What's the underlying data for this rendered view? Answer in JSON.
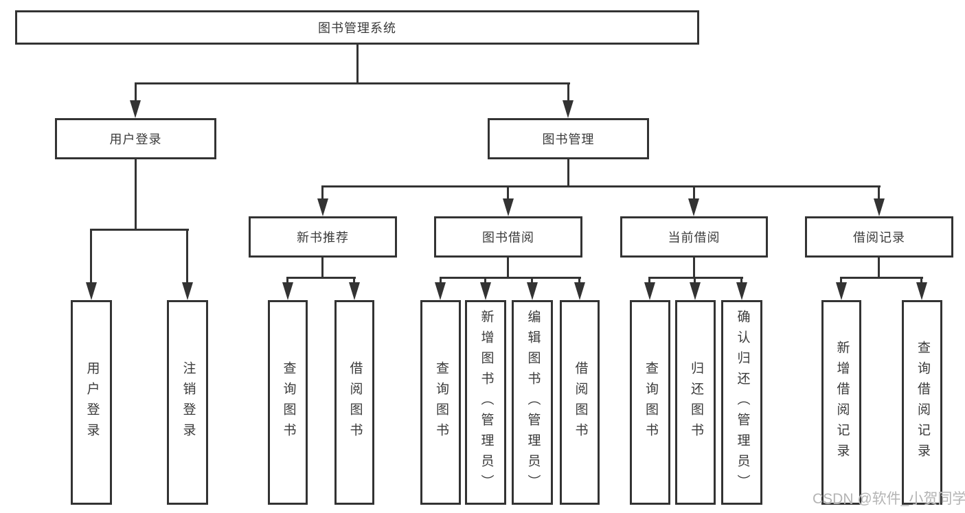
{
  "diagram_title": "图书管理系统",
  "tree": {
    "label": "图书管理系统",
    "children": [
      {
        "label": "用户登录",
        "children": [
          {
            "label": "用户登录"
          },
          {
            "label": "注销登录"
          }
        ]
      },
      {
        "label": "图书管理",
        "children": [
          {
            "label": "新书推荐",
            "children": [
              {
                "label": "查询图书"
              },
              {
                "label": "借阅图书"
              }
            ]
          },
          {
            "label": "图书借阅",
            "children": [
              {
                "label": "查询图书"
              },
              {
                "label": "新增图书（管理员）"
              },
              {
                "label": "编辑图书（管理员）"
              },
              {
                "label": "借阅图书"
              }
            ]
          },
          {
            "label": "当前借阅",
            "children": [
              {
                "label": "查询图书"
              },
              {
                "label": "归还图书"
              },
              {
                "label": "确认归还（管理员）"
              }
            ]
          },
          {
            "label": "借阅记录",
            "children": [
              {
                "label": "新增借阅记录"
              },
              {
                "label": "查询借阅记录"
              }
            ]
          }
        ]
      }
    ]
  },
  "watermark": "CSDN @软件_小贺同学",
  "colors": {
    "line": "#333333",
    "text": "#3a3a3a",
    "watermark": "#b4b4b4"
  }
}
